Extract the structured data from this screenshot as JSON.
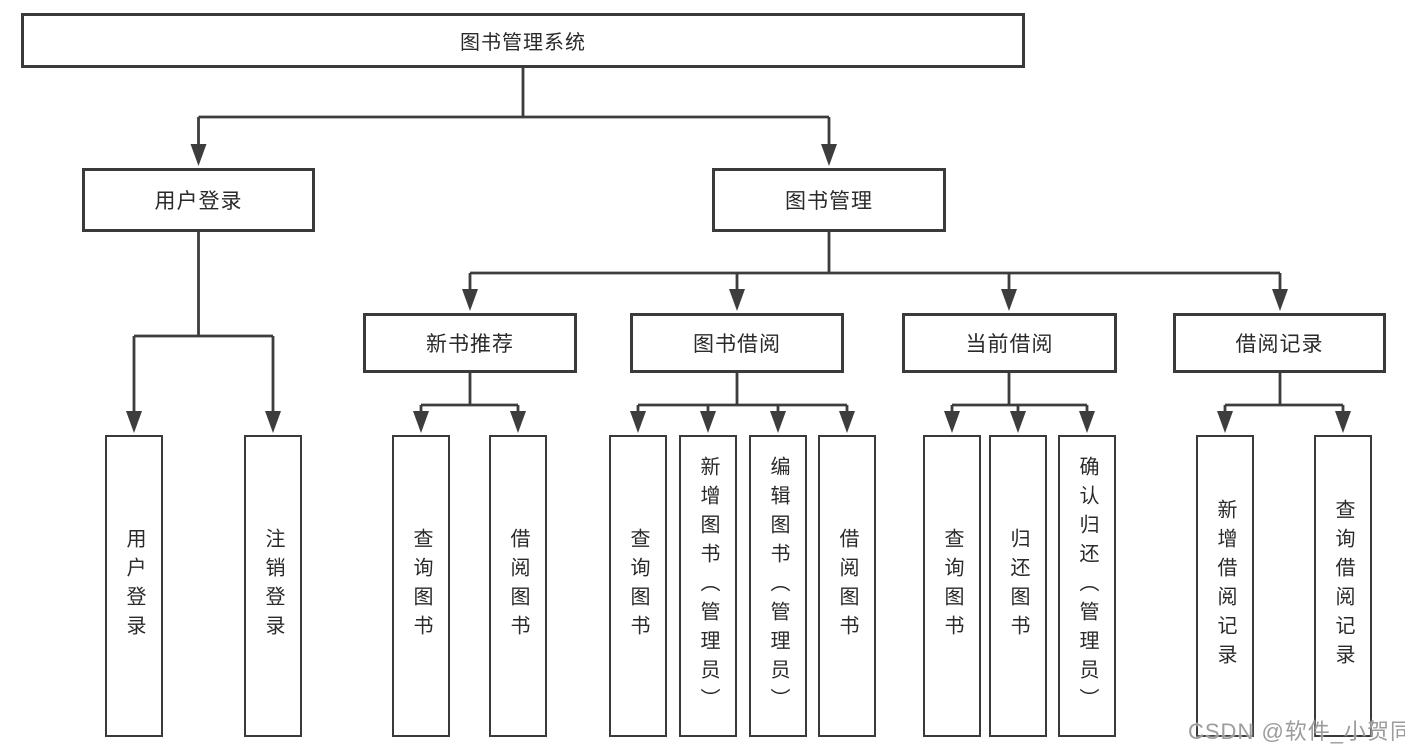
{
  "diagram": {
    "title": "图书管理系统",
    "tree": {
      "label": "图书管理系统",
      "children": [
        {
          "label": "用户登录",
          "children": [
            {
              "label": "用户登录"
            },
            {
              "label": "注销登录"
            }
          ]
        },
        {
          "label": "图书管理",
          "children": [
            {
              "label": "新书推荐",
              "children": [
                {
                  "label": "查询图书"
                },
                {
                  "label": "借阅图书"
                }
              ]
            },
            {
              "label": "图书借阅",
              "children": [
                {
                  "label": "查询图书"
                },
                {
                  "label": "新增图书（管理员）"
                },
                {
                  "label": "编辑图书（管理员）"
                },
                {
                  "label": "借阅图书"
                }
              ]
            },
            {
              "label": "当前借阅",
              "children": [
                {
                  "label": "查询图书"
                },
                {
                  "label": "归还图书"
                },
                {
                  "label": "确认归还（管理员）"
                }
              ]
            },
            {
              "label": "借阅记录",
              "children": [
                {
                  "label": "新增借阅记录"
                },
                {
                  "label": "查询借阅记录"
                }
              ]
            }
          ]
        }
      ]
    }
  },
  "watermark": {
    "text": "CSDN @软件_小贺同学"
  },
  "colors": {
    "line": "#3d3d3d",
    "box_border": "#3a3a3a",
    "box_fill": "#ffffff",
    "text": "#2a2a2a",
    "watermark": "#9c9c9c",
    "background": "#ffffff"
  }
}
